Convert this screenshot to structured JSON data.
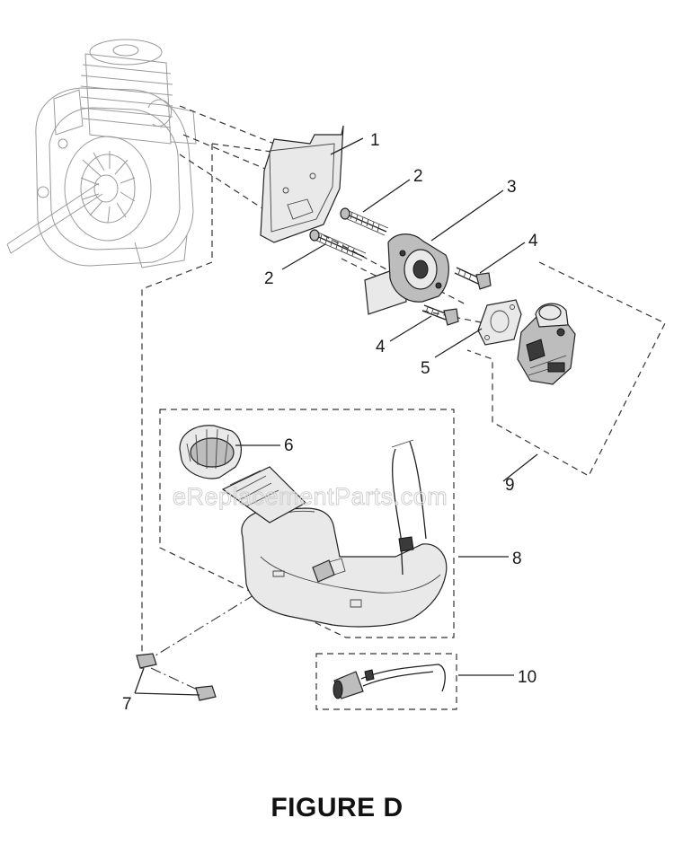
{
  "figure_title": "FIGURE D",
  "watermark": "eReplacementParts.com",
  "callouts": [
    {
      "id": "1",
      "label": "1"
    },
    {
      "id": "2a",
      "label": "2"
    },
    {
      "id": "2b",
      "label": "2"
    },
    {
      "id": "3",
      "label": "3"
    },
    {
      "id": "4a",
      "label": "4"
    },
    {
      "id": "4b",
      "label": "4"
    },
    {
      "id": "5",
      "label": "5"
    },
    {
      "id": "6",
      "label": "6"
    },
    {
      "id": "7",
      "label": "7"
    },
    {
      "id": "8",
      "label": "8"
    },
    {
      "id": "9",
      "label": "9"
    },
    {
      "id": "10",
      "label": "10"
    }
  ],
  "colors": {
    "ink": "#222222",
    "shade": "#bdbdbd",
    "fill": "#e9e9e9",
    "watermark": "#cfcfcf"
  }
}
